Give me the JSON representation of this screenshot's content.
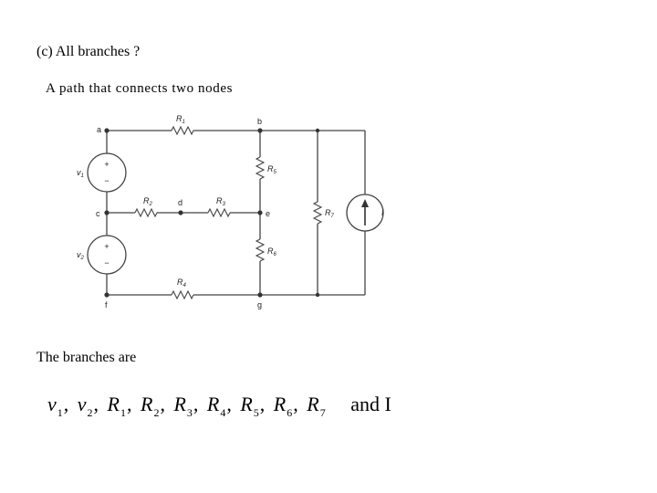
{
  "heading": "(c) All branches ?",
  "subheading": "A path that connects two nodes",
  "branches_intro": "The branches are",
  "circuit": {
    "nodes": [
      "a",
      "b",
      "c",
      "d",
      "e",
      "f",
      "g"
    ],
    "components": [
      {
        "id": "v1",
        "label": "v",
        "sub": "1",
        "type": "voltage-source"
      },
      {
        "id": "v2",
        "label": "v",
        "sub": "2",
        "type": "voltage-source"
      },
      {
        "id": "R1",
        "label": "R",
        "sub": "1",
        "type": "resistor"
      },
      {
        "id": "R2",
        "label": "R",
        "sub": "2",
        "type": "resistor"
      },
      {
        "id": "R3",
        "label": "R",
        "sub": "3",
        "type": "resistor"
      },
      {
        "id": "R4",
        "label": "R",
        "sub": "4",
        "type": "resistor"
      },
      {
        "id": "R5",
        "label": "R",
        "sub": "5",
        "type": "resistor"
      },
      {
        "id": "R6",
        "label": "R",
        "sub": "6",
        "type": "resistor"
      },
      {
        "id": "R7",
        "label": "R",
        "sub": "7",
        "type": "resistor"
      },
      {
        "id": "I",
        "label": "I",
        "type": "current-source"
      }
    ]
  },
  "equation": {
    "terms": [
      {
        "base": "v",
        "sub": "1"
      },
      {
        "base": "v",
        "sub": "2"
      },
      {
        "base": "R",
        "sub": "1"
      },
      {
        "base": "R",
        "sub": "2"
      },
      {
        "base": "R",
        "sub": "3"
      },
      {
        "base": "R",
        "sub": "4"
      },
      {
        "base": "R",
        "sub": "5"
      },
      {
        "base": "R",
        "sub": "6"
      },
      {
        "base": "R",
        "sub": "7"
      }
    ],
    "tail": "and  I"
  }
}
